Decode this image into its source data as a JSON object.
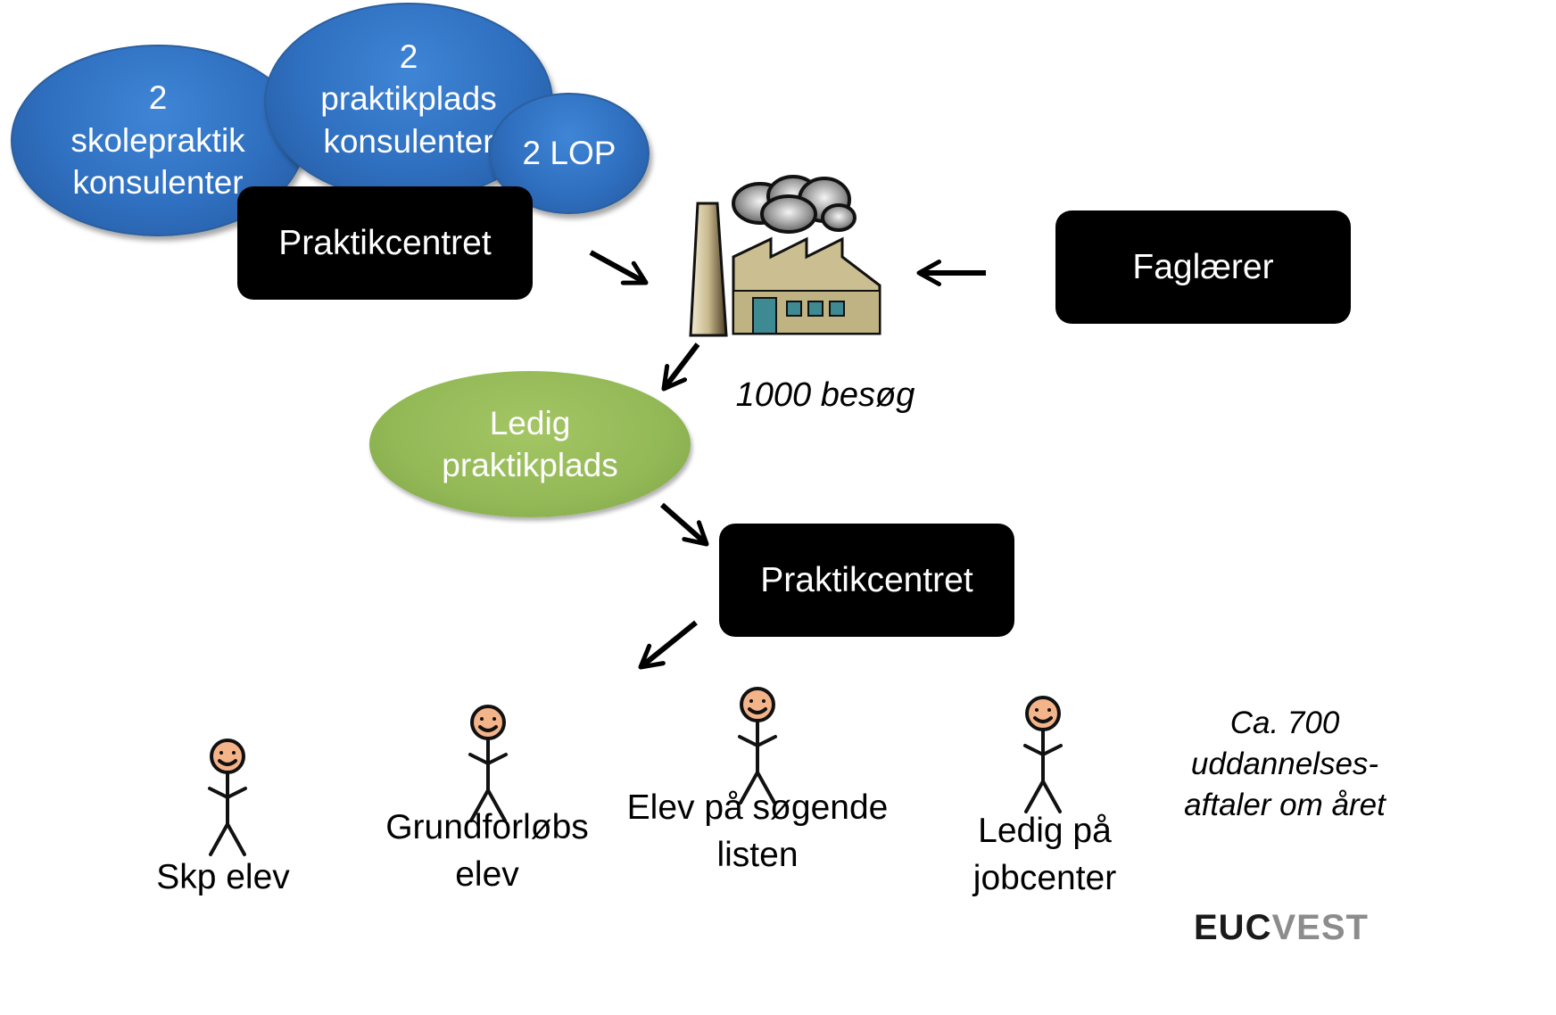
{
  "nodes": {
    "skolepraktik": "2\nskolepraktik\nkonsulenter",
    "praktikplads_konsulenter": "2\npraktikplads\nkonsulenter",
    "lop": "2 LOP",
    "praktikcentret_top": "Praktikcentret",
    "faglaerer": "Faglærer",
    "visits_note": "1000 besøg",
    "ledig_praktikplads": "Ledig\npraktikplads",
    "praktikcentret_bottom": "Praktikcentret"
  },
  "people": [
    {
      "label": "Skp elev"
    },
    {
      "label": "Grundforløbs\nelev"
    },
    {
      "label": "Elev på søgende\nlisten"
    },
    {
      "label": "Ledig på\njobcenter"
    }
  ],
  "annual_note": "Ca. 700\nuddannelses-\naftaler om året",
  "logo": {
    "part1": "EUC",
    "part2": "VEST"
  },
  "icons": {
    "factory": "factory-icon",
    "person": "stick-figure-icon",
    "arrow": "arrow-icon"
  },
  "colors": {
    "blue": "#2f6fbf",
    "green": "#93b856",
    "box": "#000000"
  }
}
